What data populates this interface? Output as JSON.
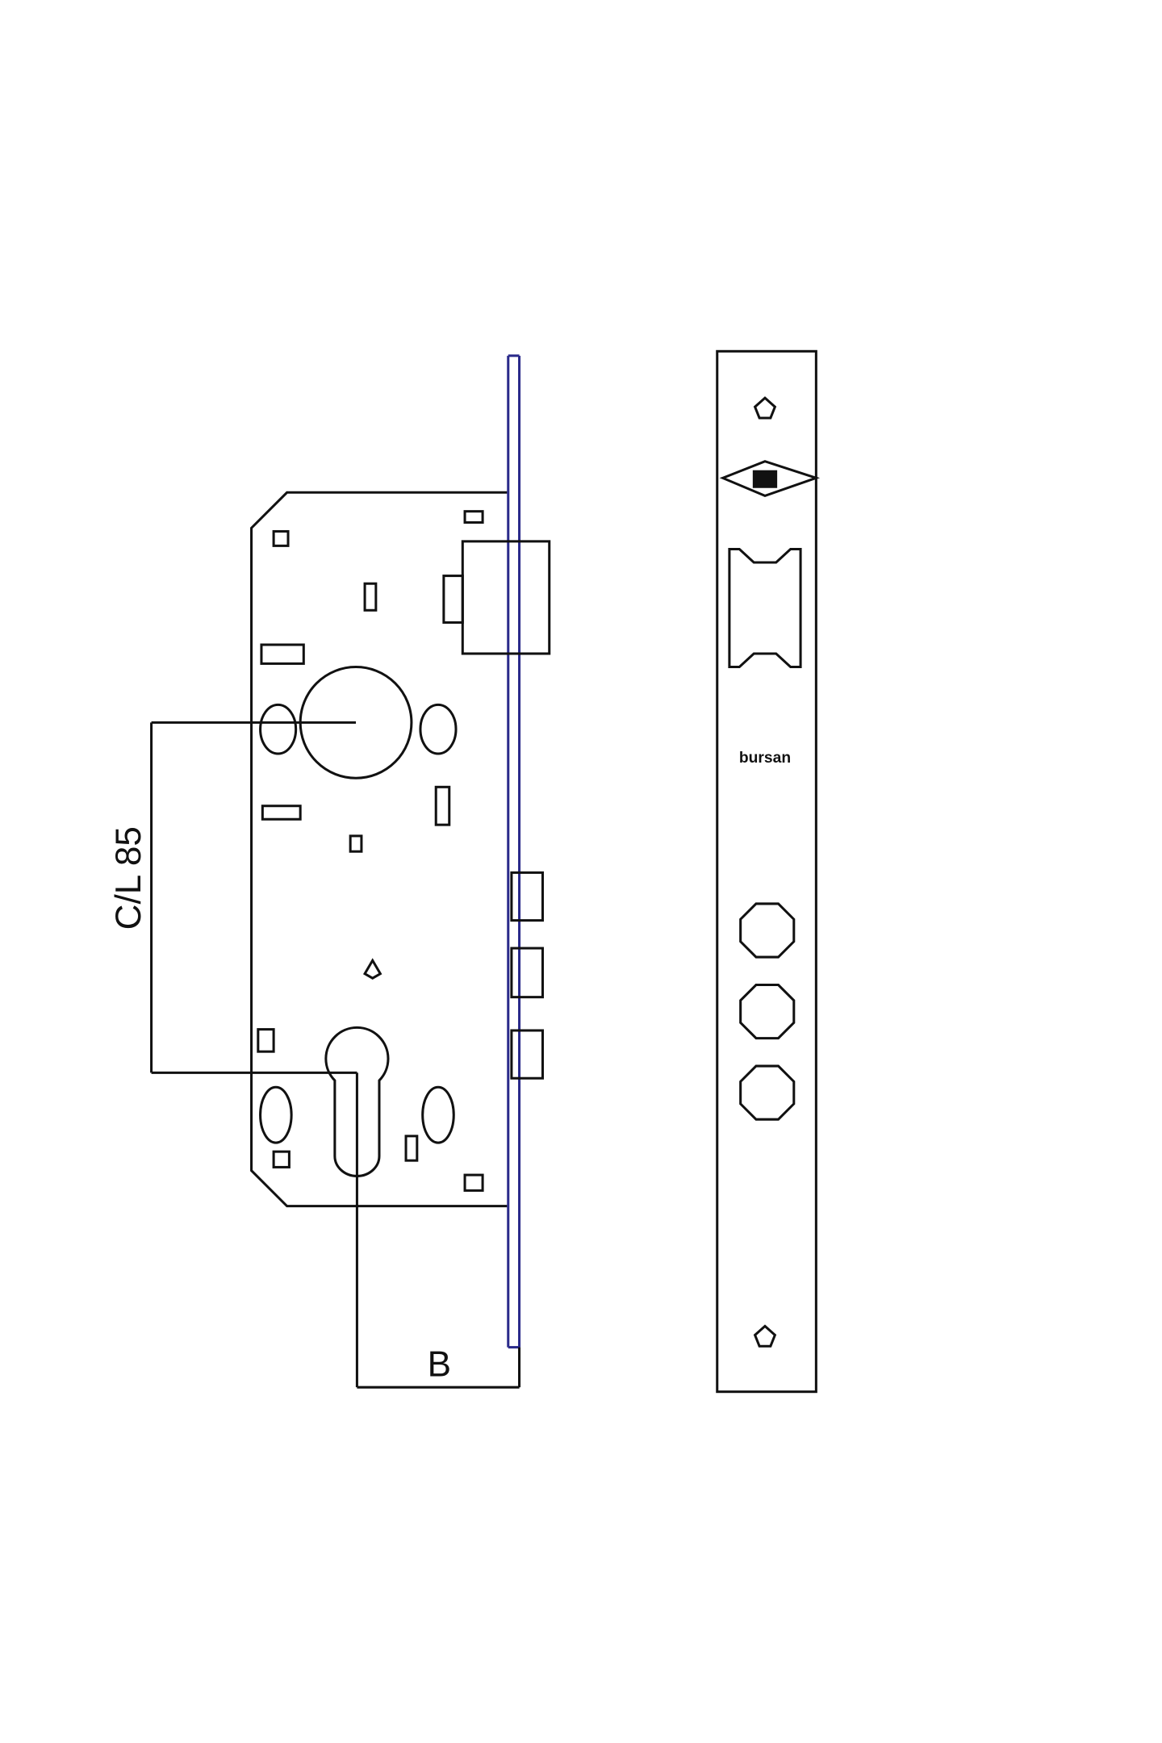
{
  "labels": {
    "centre_distance": "C/L 85",
    "backset": "B"
  },
  "strike_plate": {
    "brand": "bursan"
  },
  "colors": {
    "line": "#111111",
    "faceplate": "#2a2a8a",
    "background": "#ffffff"
  }
}
